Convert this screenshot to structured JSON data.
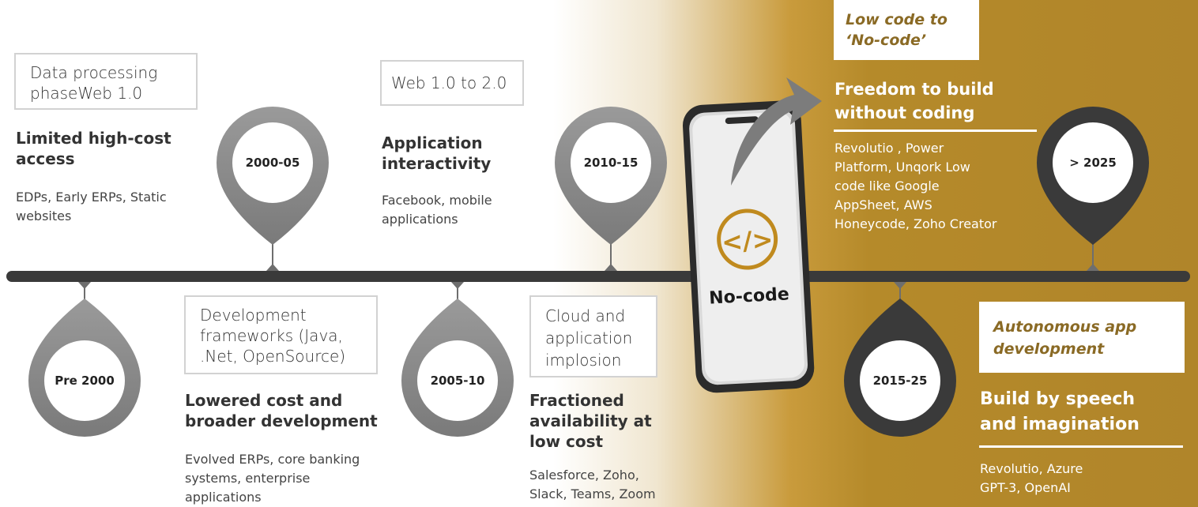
{
  "milestones": [
    {
      "year": "Pre 2000",
      "box": "Data processing\nphaseWeb 1.0",
      "heading": "Limited high-cost\naccess",
      "description": "EDPs, Early ERPs, Static\nwebsites"
    },
    {
      "year": "2000-05",
      "box": "Development\nframeworks (Java,\n.Net, OpenSource)",
      "heading": "Lowered cost and\nbroader development",
      "description": "Evolved ERPs, core banking\nsystems, enterprise\napplications"
    },
    {
      "year": "2005-10",
      "box": "Web 1.0 to 2.0",
      "heading": "Application\ninteractivity",
      "description": "Facebook, mobile\napplications"
    },
    {
      "year": "2010-15",
      "box": "Cloud and\napplication\nimplosion",
      "heading": "Fractioned\navailability at\nlow cost",
      "description": "Salesforce, Zoho,\nSlack, Teams, Zoom"
    },
    {
      "year": "2015-25",
      "box": "Low code to\n‘No-code’",
      "heading": "Freedom to build\nwithout coding",
      "description": "Revolutio , Power\nPlatform, Unqork Low\ncode like Google\nAppSheet, AWS\nHoneycode, Zoho Creator"
    },
    {
      "year": "> 2025",
      "box": "Autonomous app\ndevelopment",
      "heading": "Build by speech\nand imagination",
      "description": "Revolutio, Azure\nGPT-3, OpenAI"
    }
  ],
  "phone": {
    "icon": "code-icon",
    "label": "No-code"
  },
  "colors": {
    "gold": "#b58a2a",
    "pin_light": "#8c8c8c",
    "pin_dark": "#3a3a3a",
    "timeline": "#3a3a3a"
  }
}
